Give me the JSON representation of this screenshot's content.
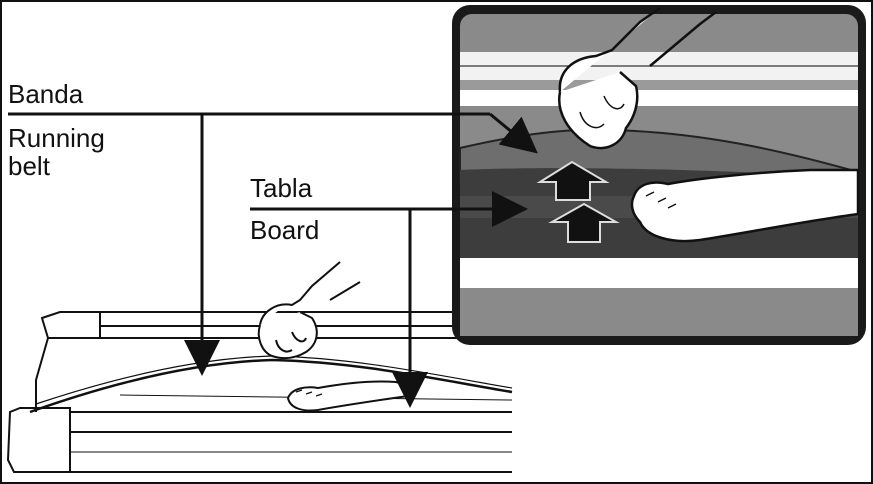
{
  "labels": {
    "banda": "Banda",
    "running_belt": "Running\nbelt",
    "tabla": "Tabla",
    "board": "Board"
  },
  "colors": {
    "ink": "#111111",
    "inset_frame": "#1a1a1a",
    "inset_bg": "#8a8a8a",
    "belt_gray": "#6e6e6e",
    "board_dark": "#3d3d3d",
    "white": "#ffffff"
  },
  "icons": {
    "hand": "hand-icon",
    "foot": "foot-icon",
    "arrow": "up-arrow-icon"
  }
}
